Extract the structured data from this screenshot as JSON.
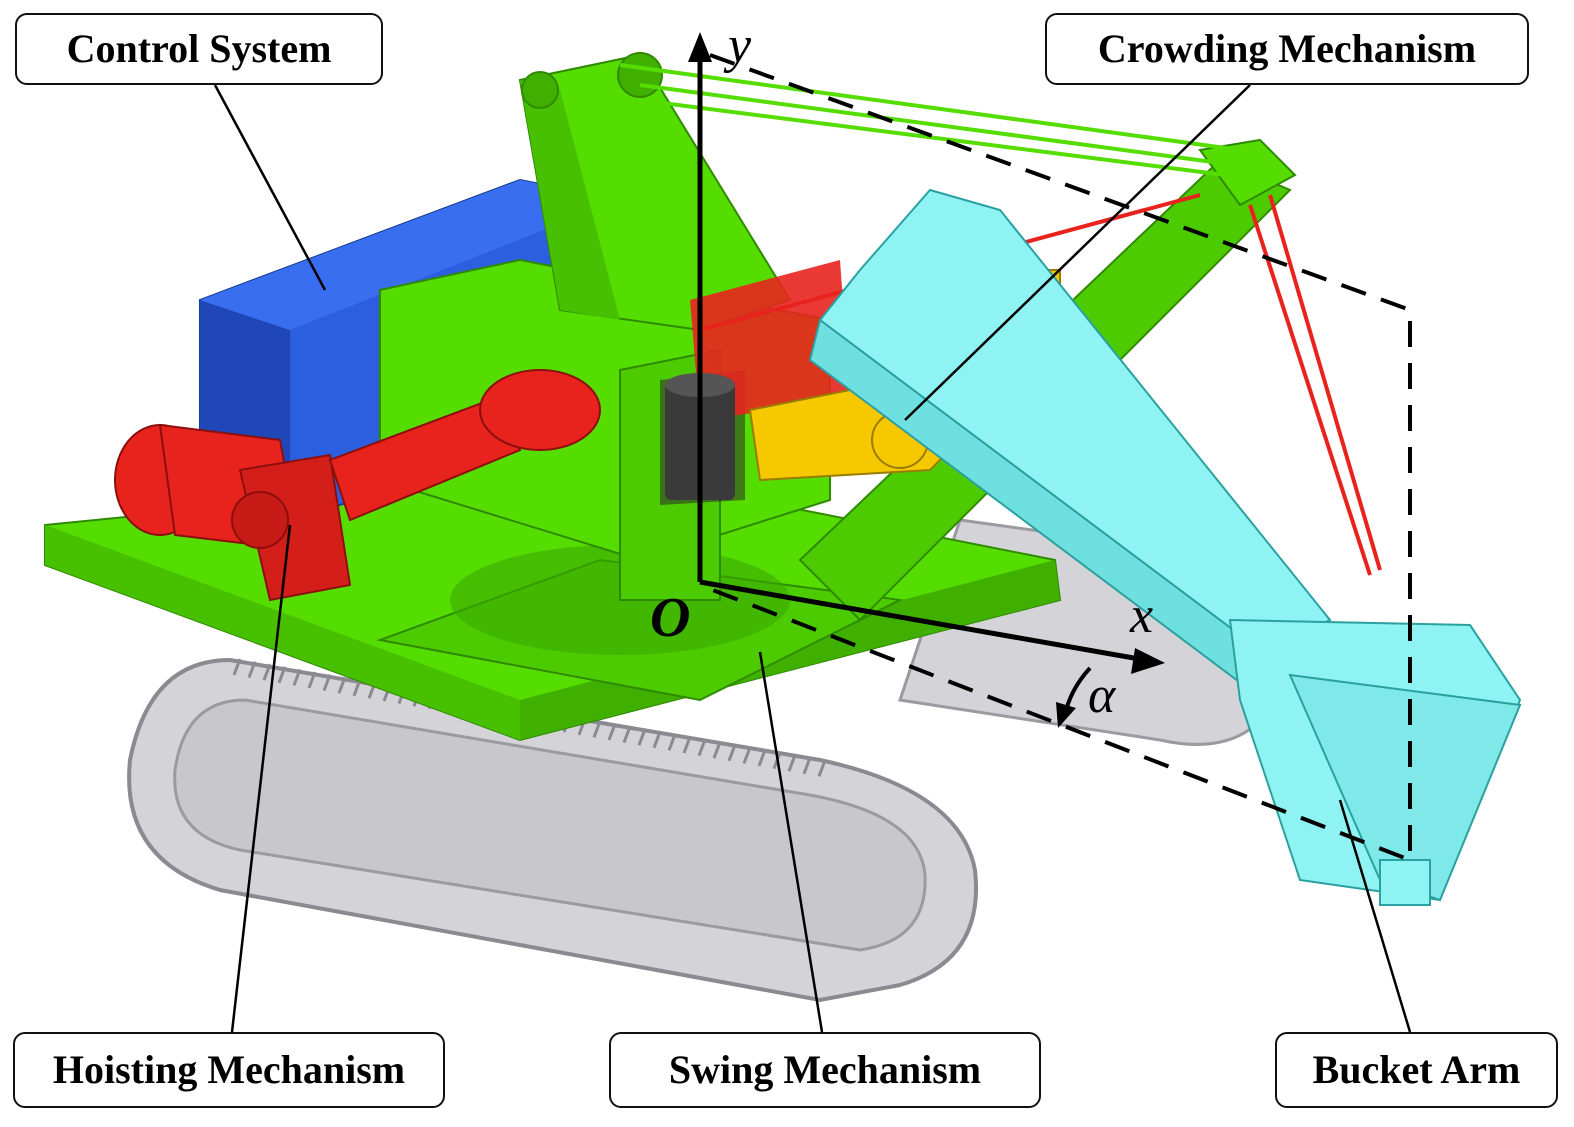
{
  "callouts": {
    "control_system": "Control System",
    "crowding_mechanism": "Crowding Mechanism",
    "hoisting_mechanism": "Hoisting Mechanism",
    "swing_mechanism": "Swing Mechanism",
    "bucket_arm": "Bucket Arm"
  },
  "axes": {
    "x": "x",
    "y": "y",
    "origin": "O",
    "angle": "α"
  },
  "colors": {
    "frame": "#55dd00",
    "hoist": "#e8231e",
    "control": "#2c5fe0",
    "crowd": "#f5c800",
    "bucket": "#8ff3f3",
    "track": "#d4d4d8"
  }
}
